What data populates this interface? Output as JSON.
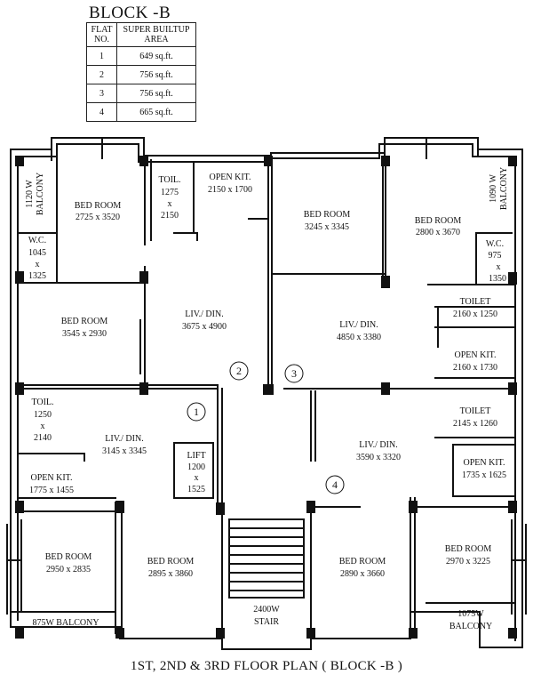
{
  "block_title": "BLOCK -B",
  "area_table": {
    "headers": [
      "FLAT NO.",
      "SUPER BUILTUP AREA"
    ],
    "rows": [
      {
        "no": "1",
        "area": "649 sq.ft."
      },
      {
        "no": "2",
        "area": "756 sq.ft."
      },
      {
        "no": "3",
        "area": "756 sq.ft."
      },
      {
        "no": "4",
        "area": "665 sq.ft."
      }
    ]
  },
  "rooms": [
    {
      "id": "balcony-1120",
      "lines": [
        "1120 W",
        "BALCONY"
      ]
    },
    {
      "id": "bedroom-2725",
      "lines": [
        "BED ROOM",
        "2725 x 3520"
      ]
    },
    {
      "id": "toilet-1275",
      "lines": [
        "TOIL.",
        "1275",
        "x",
        "2150"
      ]
    },
    {
      "id": "openkit-2150",
      "lines": [
        "OPEN KIT.",
        "2150 x 1700"
      ]
    },
    {
      "id": "bedroom-3245",
      "lines": [
        "BED ROOM",
        "3245 x 3345"
      ]
    },
    {
      "id": "bedroom-2800",
      "lines": [
        "BED ROOM",
        "2800 x 3670"
      ]
    },
    {
      "id": "balcony-1090",
      "lines": [
        "1090 W",
        "BALCONY"
      ]
    },
    {
      "id": "wc-1045",
      "lines": [
        "W.C.",
        "1045",
        "x",
        "1325"
      ]
    },
    {
      "id": "wc-975",
      "lines": [
        "W.C.",
        "975",
        "x",
        "1350"
      ]
    },
    {
      "id": "bedroom-3545",
      "lines": [
        "BED ROOM",
        "3545 x 2930"
      ]
    },
    {
      "id": "livdin-3675",
      "lines": [
        "LIV./ DIN.",
        "3675 x 4900"
      ]
    },
    {
      "id": "livdin-4850",
      "lines": [
        "LIV./ DIN.",
        "4850 x 3380"
      ]
    },
    {
      "id": "toilet-2160",
      "lines": [
        "TOILET",
        "2160 x 1250"
      ]
    },
    {
      "id": "openkit-2160",
      "lines": [
        "OPEN KIT.",
        "2160 x 1730"
      ]
    },
    {
      "id": "toilet-1250",
      "lines": [
        "TOIL.",
        "1250",
        "x",
        "2140"
      ]
    },
    {
      "id": "livdin-3145",
      "lines": [
        "LIV./ DIN.",
        "3145 x 3345"
      ]
    },
    {
      "id": "lift",
      "lines": [
        "LIFT",
        "1200",
        "x",
        "1525"
      ]
    },
    {
      "id": "livdin-3590",
      "lines": [
        "LIV./ DIN.",
        "3590 x 3320"
      ]
    },
    {
      "id": "toilet-2145",
      "lines": [
        "TOILET",
        "2145 x 1260"
      ]
    },
    {
      "id": "openkit-1735",
      "lines": [
        "OPEN KIT.",
        "1735 x 1625"
      ]
    },
    {
      "id": "openkit-1775",
      "lines": [
        "OPEN KIT.",
        "1775 x 1455"
      ]
    },
    {
      "id": "bedroom-2950",
      "lines": [
        "BED ROOM",
        "2950 x 2835"
      ]
    },
    {
      "id": "bedroom-2895",
      "lines": [
        "BED ROOM",
        "2895 x 3860"
      ]
    },
    {
      "id": "bedroom-2890",
      "lines": [
        "BED ROOM",
        "2890 x 3660"
      ]
    },
    {
      "id": "bedroom-2970",
      "lines": [
        "BED ROOM",
        "2970 x 3225"
      ]
    },
    {
      "id": "balcony-875",
      "lines": [
        "875W BALCONY"
      ]
    },
    {
      "id": "stair",
      "lines": [
        "2400W",
        "STAIR"
      ]
    },
    {
      "id": "balcony-1075",
      "lines": [
        "1075W",
        "BALCONY"
      ]
    }
  ],
  "flat_markers": [
    "1",
    "2",
    "3",
    "4"
  ],
  "footer_title": "1ST, 2ND & 3RD  FLOOR PLAN  ( BLOCK -B )"
}
